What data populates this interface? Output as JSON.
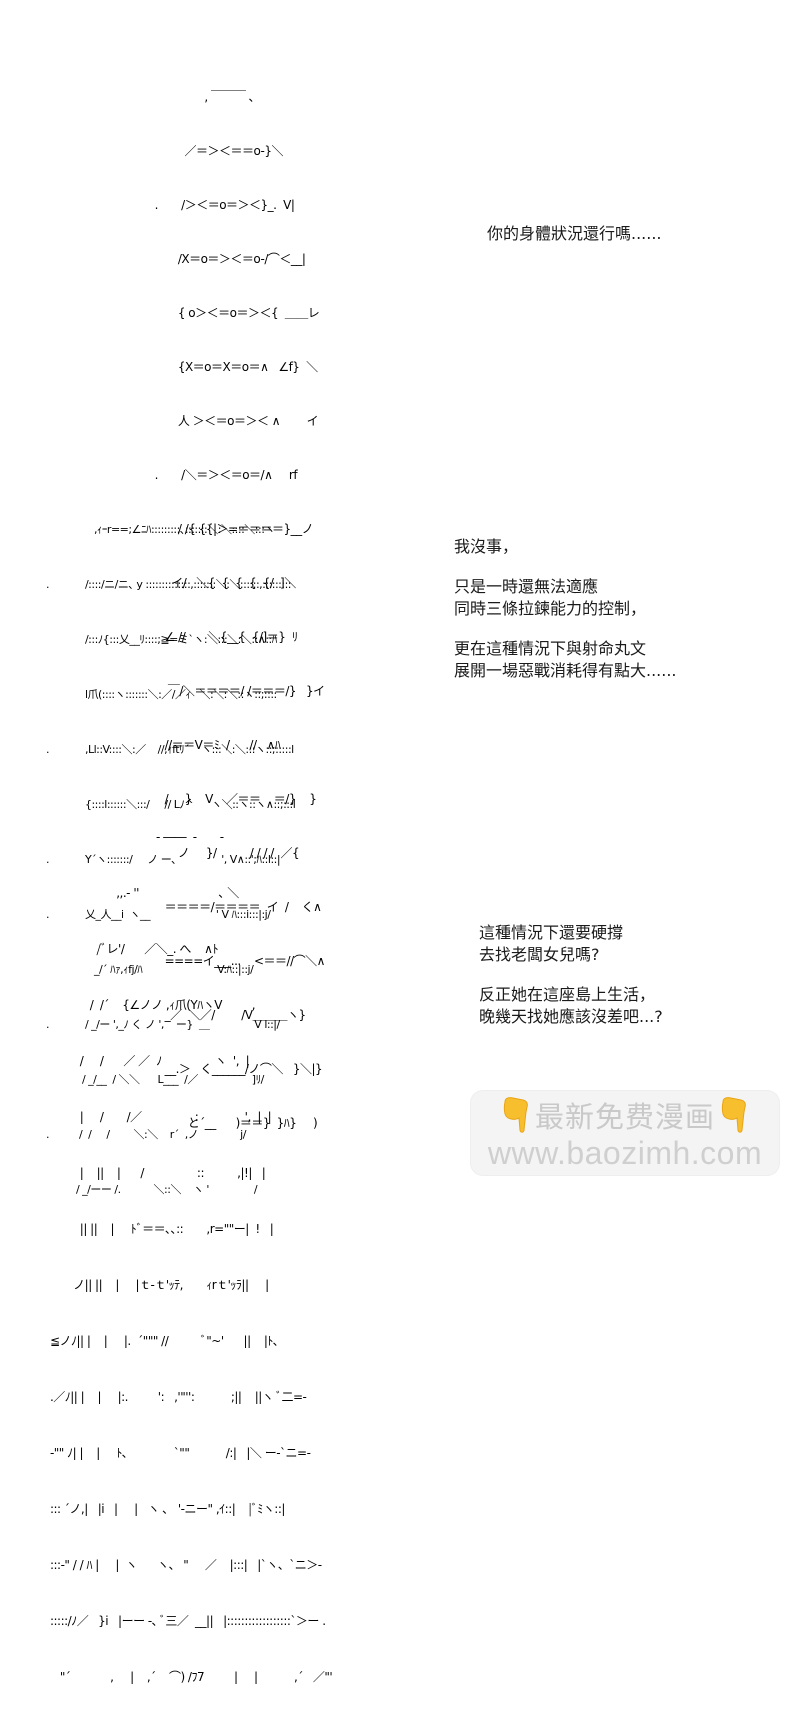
{
  "panels": [
    {
      "id": "panel-1",
      "art_lines": [
        "                 , ￣￣￣ ､",
        "           ／＝＞＜＝＝o-}＼",
        "  .       /＞＜＝o＝＞＜}_.  V|",
        "         /X＝o＝＞＜＝o-/⌒＜__|",
        "         { o＞＜＝o＝＞＜{  ＿＿レ",
        "         {X＝o＝X＝o＝∧   ∠f}  ＼",
        "         人 ＞＜＝o＝＞＜ ∧        イ",
        "  .       /＼＝＞＜＝o＝/∧     rf",
        "         / /{ {{|＞=＝＝＝＝}__ノ",
        "       イ/   ＼{  {  {  {  {/  ]＼",
        "     ∠ //       ＼{__{  {/]＝}  ﾘ",
        "      ￣/＼＝＝＝＝/ /＝＝＝/}   }イ",
        "     //＝＝V＝ﾐ  /      //   ∧ﾊ",
        "     /     }    V    ／＝＝    ＝/}    }",
        "         ノ     }/          / / / /  ／{",
        "     ＝＝＝＝/＝＝＝＝  イ  /    く∧",
        "     ====イ___...    <＝＝//⌒＼∧",
        "     _／  ＼／/        /V＿＿＿ヽ}",
        "     __.＞   く______/ノ⌒＼   }＼|}",
        "            と´__      )＝＝}  }ﾊ}     )"
      ],
      "dialog": [
        "你的身體狀況還行嗎......"
      ]
    },
    {
      "id": "panel-2",
      "art_lines": [
        "                  ,ｨｰr==;∠ﾆﾊ:::::::::､:::::::＼:＼::::＼:::ヽ",
        "  .            /::::/ニ/ニ､ y ::::::::::::::,:::::::＼:＼::::::,:::::::::",
        "               /:::ﾉ{:::乂__ﾘ::::;≧=ミ`ヽ:＼:::＼:＼::∧::ﾊ",
        "               l爪(::::ヽ:::::::＼:／/／ｨ   ＼:＼:＼::ヽ::;::::",
        "  .            ,Ll::V::::＼:／    //,ｨftﾘ´    ヽ:::＼:＼:::ヽ::;:::::l",
        "               {::::l::::::＼:::/     // Lﾉ^      ヽ＼::ヽ::ヽ∧::;:::l",
        "  .            Y´ヽ:::::::/     ノ ー､               ', V∧::';ﾊ::l::|",
        "  .            乂_人__i  ヽ__                      ' V ﾊ:::i:::|:j/",
        "                  _/´ ﾊｧ,ｨfj/ﾊ                         V:ﾊ::|::j/",
        "  .            / _/ー ',_ﾉ く ノ ',    ー}  ＿               V l::|/",
        "              / _/__  / ＼＼      L___  /／                  ]ﾘ/",
        "  .          /  /     /        ＼:＼    r´  ,ノ              j/",
        "            / _/ーー /.           ＼::＼    ヽ '               /"
      ],
      "dialog": [
        "我沒事，",
        "",
        "只是一時還無法適應",
        "同時三條拉鍊能力的控制，",
        "",
        "更在這種情況下與射命丸文",
        "展開一場惡戰消耗得有點大......"
      ]
    },
    {
      "id": "panel-3",
      "art_lines": [
        "                                   ‐ ――  ‐       ‐",
        "                       ,,.‐ ''                        ､ ＼",
        "                 /ﾞレ'/      ／＼_. へ    ∧ﾄ",
        "               /  /´    {∠ノノ ,ｨ爪(YﾊヽⅤ         ,",
        "            /     /      ／ ／  ﾉ                ヽ  ',  |",
        "            |     /       /／                :              ',  |  |",
        "            |    ||    |      /                ::          ,|!|   |",
        "            || ||    |     ﾄﾞ＝＝､､::       ,r=\"\"ー|  !   |",
        "          ノ|| ||    |     |ｔ-ｔ'ｯﾃ,       ｨrｔ'ｯﾗ||     |",
        "   ≦ノﾉ|| |    |     |.  ´\"\"\" //          ﾞ\"~'      ||    |ﾄ､",
        "   .／ﾉ|| |    |     |:.         ':   ,'\"'':           ;||    ||ヽ ﾞ二=-",
        "   -\"\" ﾉ| |    |     ﾄ､              `\"\"           /:|   |＼ ー-`ニ=-",
        "   ::: ´ノ,|   |i   |     |   ヽ ､   '-ニー\" ,ｲ::|    |ﾞﾐヽ::|",
        "   :::-\" / / ﾊ |     |  ヽ      ヽ、 \"     ／    |:::|   |`ヽ、`ニ＞-",
        "   :::::/ﾉ／   }i   |ーー ‐､ ﾞ三／  __||   |::::::::::::::::::`＞ー .",
        "      \"´            ,     |    ,´    ⌒) /ﾌ7         |     |           ,´   ／\"'"
      ],
      "dialog": [
        "這種情況下還要硬撐",
        "去找老闆女兒嗎?",
        "",
        "反正她在這座島上生活，",
        "晚幾天找她應該沒差吧...?"
      ]
    }
  ],
  "watermark": {
    "title": "最新免费漫画",
    "url": "www.baozimh.com",
    "left_icon": "pointing-down-hand-icon",
    "right_icon": "pointing-down-hand-icon",
    "hand_color": "#f7bf2e",
    "text_color": "#c9c9c9",
    "background": "#f4f4f4"
  }
}
